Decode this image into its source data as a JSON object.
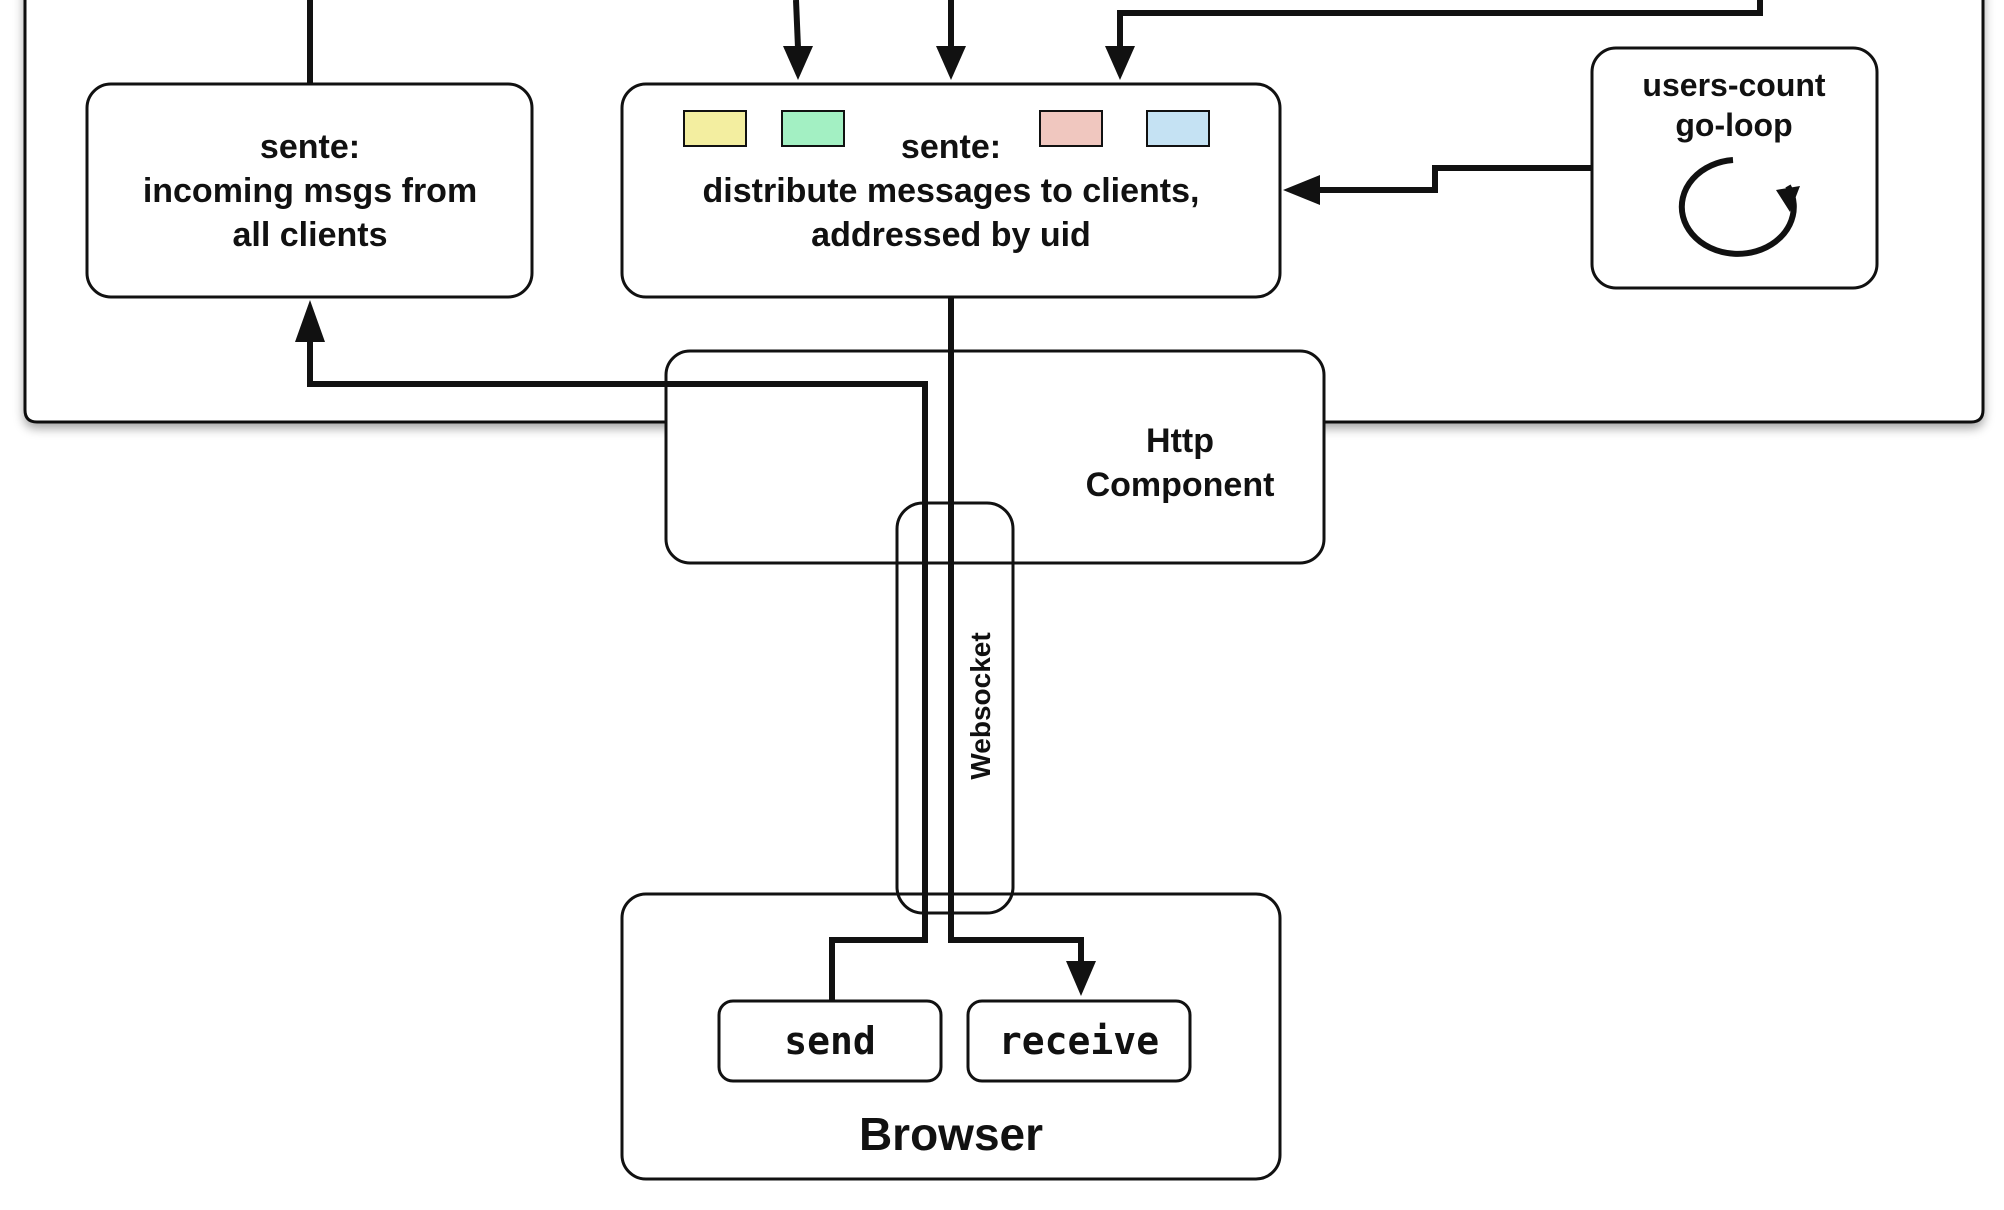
{
  "incoming": {
    "line1": "sente:",
    "line2": "incoming msgs from",
    "line3": "all clients"
  },
  "distribute": {
    "line1": "sente:",
    "line2": "distribute messages to clients,",
    "line3": "addressed by uid",
    "swatches": [
      "#f3eea0",
      "#a3f0c3",
      "#f0c7bf",
      "#c5e2f3"
    ]
  },
  "users_count": {
    "line1": "users-count",
    "line2": "go-loop"
  },
  "http": {
    "line1": "Http",
    "line2": "Component"
  },
  "websocket": {
    "label": "Websocket"
  },
  "browser": {
    "title": "Browser",
    "send": "send",
    "receive": "receive"
  }
}
